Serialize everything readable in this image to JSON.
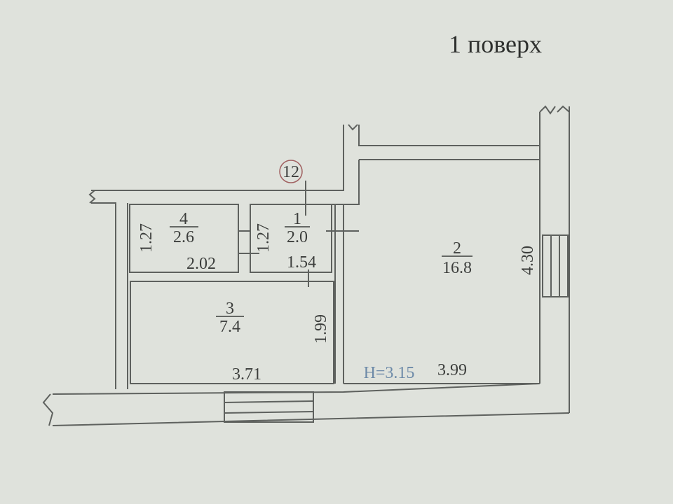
{
  "title": "1 поверх",
  "marker": "12",
  "height_note": "H=3.15",
  "rooms": [
    {
      "number": "1",
      "area": "2.0"
    },
    {
      "number": "2",
      "area": "16.8"
    },
    {
      "number": "3",
      "area": "7.4"
    },
    {
      "number": "4",
      "area": "2.6"
    }
  ],
  "dimensions": {
    "room4_height": "1.27",
    "room4_width": "2.02",
    "room1_height": "1.27",
    "room1_width": "1.54",
    "room3_height": "1.99",
    "room3_width": "3.71",
    "room2_width": "3.99",
    "room2_height": "4.30"
  }
}
